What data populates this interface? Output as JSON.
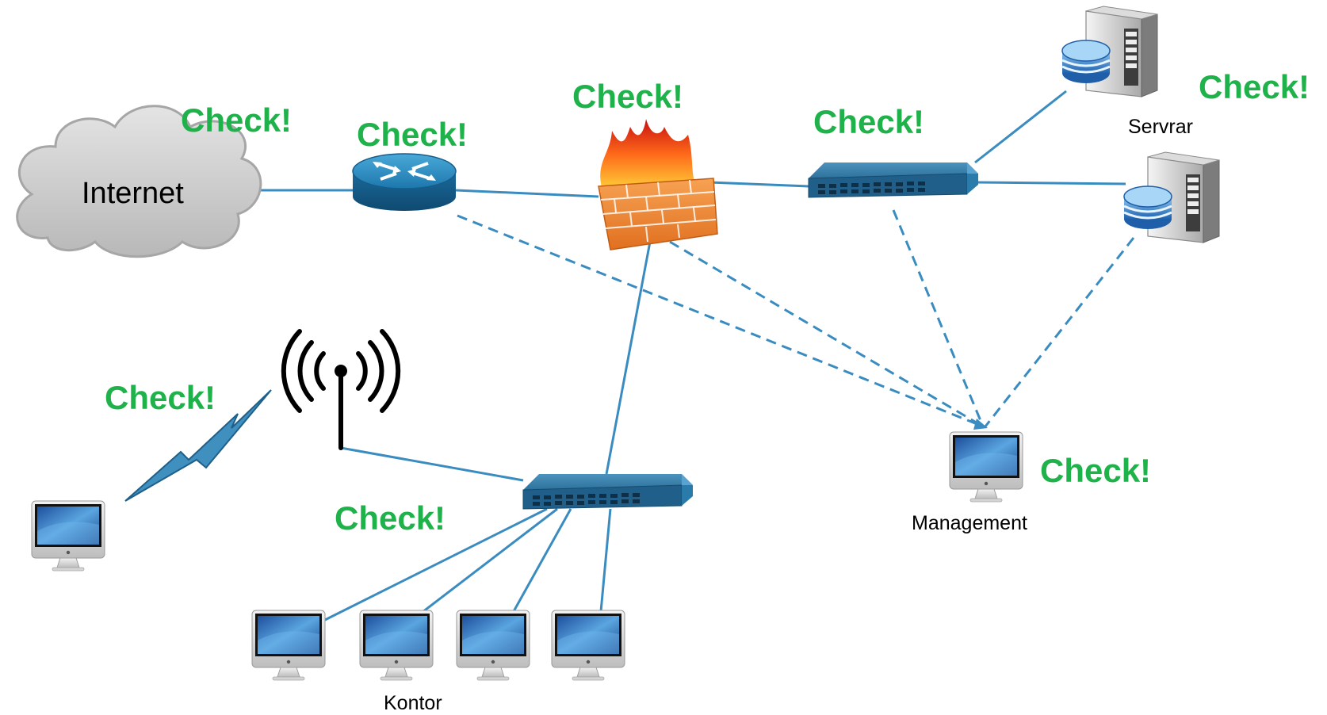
{
  "nodes": {
    "internet_label": "Internet",
    "servers_label": "Servrar",
    "management_label": "Management",
    "office_label": "Kontor"
  },
  "check_text": "Check!",
  "colors": {
    "check": "#1fb24a",
    "link": "#3a8cc0",
    "device": "#1d5f8a",
    "cloud": "#c9c9c9"
  },
  "icons": [
    "cloud-icon",
    "router-icon",
    "firewall-icon",
    "switch-icon",
    "server-icon",
    "wireless-antenna-icon",
    "lightning-icon",
    "monitor-icon"
  ]
}
